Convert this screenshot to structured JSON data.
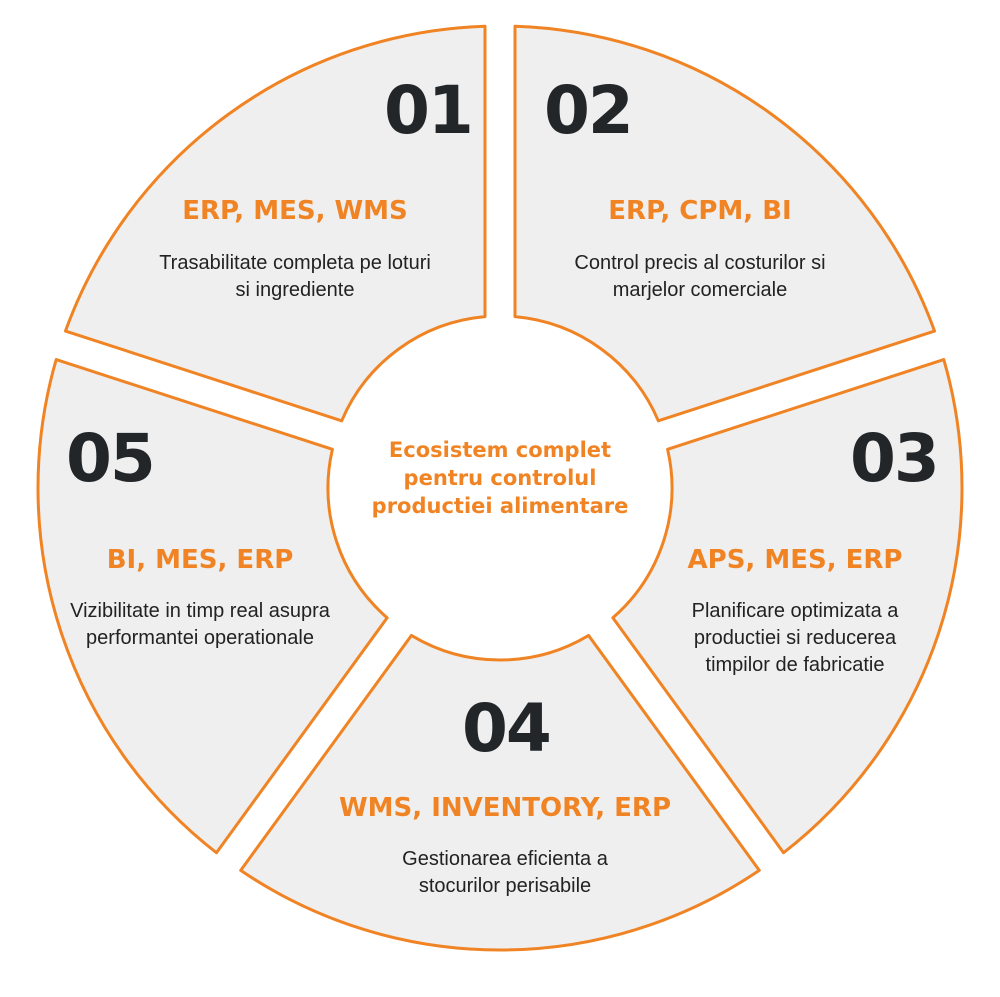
{
  "center_title": "Ecosistem complet pentru controlul productiei alimentare",
  "segments": [
    {
      "number": "01",
      "systems": "ERP, MES, WMS",
      "description": "Trasabilitate completa pe loturi si ingrediente"
    },
    {
      "number": "02",
      "systems": "ERP, CPM, BI",
      "description": "Control precis al costurilor si marjelor comerciale"
    },
    {
      "number": "03",
      "systems": "APS, MES, ERP",
      "description": "Planificare optimizata a productiei si reducerea timpilor de fabricatie"
    },
    {
      "number": "04",
      "systems": "WMS, INVENTORY, ERP",
      "description": "Gestionarea eficienta a stocurilor perisabile"
    },
    {
      "number": "05",
      "systems": "BI, MES, ERP",
      "description": "Vizibilitate in timp real asupra performantei operationale"
    }
  ],
  "colors": {
    "accent": "#f08424",
    "segment_fill": "#efefef",
    "number": "#222629"
  }
}
